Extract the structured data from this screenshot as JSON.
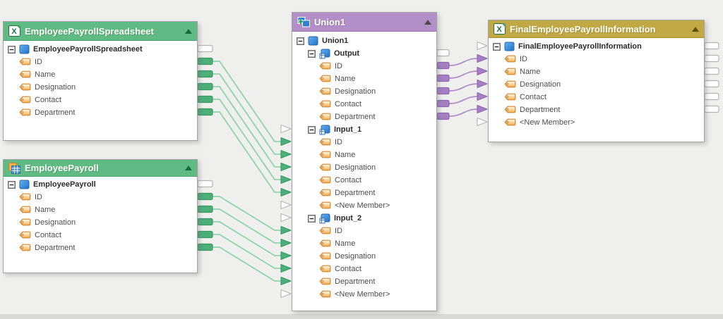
{
  "canvas": {
    "background": "#efefed",
    "bottom_strip": "#d9d9d7"
  },
  "colors": {
    "green_header": "#5fba84",
    "purple_header": "#b38fc7",
    "gold_header": "#c0a845",
    "green_wire": "#8fd4a9",
    "green_port": "#4caf78",
    "green_port_border": "#379a62",
    "purple_wire": "#b18cc9",
    "purple_port": "#a57fc4",
    "purple_port_border": "#9166b0",
    "empty_port_fill": "#ffffff",
    "empty_port_border": "#b3b3b3",
    "tag_orange": "#d5822c",
    "element_blue": "#2f80d2"
  },
  "nodes": [
    {
      "id": "spreadsheet",
      "title": "EmployeePayrollSpreadsheet",
      "theme": "green",
      "icon": "excel-icon",
      "rows": [
        {
          "label": "EmployeePayrollSpreadsheet",
          "type": "root",
          "level": 0
        },
        {
          "label": "ID",
          "type": "field",
          "level": 1
        },
        {
          "label": "Name",
          "type": "field",
          "level": 1
        },
        {
          "label": "Designation",
          "type": "field",
          "level": 1
        },
        {
          "label": "Contact",
          "type": "field",
          "level": 1
        },
        {
          "label": "Department",
          "type": "field",
          "level": 1
        }
      ]
    },
    {
      "id": "payroll",
      "title": "EmployeePayroll",
      "theme": "green",
      "icon": "table-icon",
      "rows": [
        {
          "label": "EmployeePayroll",
          "type": "root",
          "level": 0
        },
        {
          "label": "ID",
          "type": "field",
          "level": 1
        },
        {
          "label": "Name",
          "type": "field",
          "level": 1
        },
        {
          "label": "Designation",
          "type": "field",
          "level": 1
        },
        {
          "label": "Contact",
          "type": "field",
          "level": 1
        },
        {
          "label": "Department",
          "type": "field",
          "level": 1
        }
      ]
    },
    {
      "id": "union",
      "title": "Union1",
      "theme": "purple",
      "icon": "union-icon",
      "rows": [
        {
          "label": "Union1",
          "type": "root",
          "level": 0
        },
        {
          "label": "Output",
          "type": "group",
          "level": 1
        },
        {
          "label": "ID",
          "type": "field",
          "level": 2
        },
        {
          "label": "Name",
          "type": "field",
          "level": 2
        },
        {
          "label": "Designation",
          "type": "field",
          "level": 2
        },
        {
          "label": "Contact",
          "type": "field",
          "level": 2
        },
        {
          "label": "Department",
          "type": "field",
          "level": 2
        },
        {
          "label": "Input_1",
          "type": "group",
          "level": 1
        },
        {
          "label": "ID",
          "type": "field",
          "level": 2
        },
        {
          "label": "Name",
          "type": "field",
          "level": 2
        },
        {
          "label": "Designation",
          "type": "field",
          "level": 2
        },
        {
          "label": "Contact",
          "type": "field",
          "level": 2
        },
        {
          "label": "Department",
          "type": "field",
          "level": 2
        },
        {
          "label": "<New Member>",
          "type": "field",
          "level": 2
        },
        {
          "label": "Input_2",
          "type": "group",
          "level": 1
        },
        {
          "label": "ID",
          "type": "field",
          "level": 2
        },
        {
          "label": "Name",
          "type": "field",
          "level": 2
        },
        {
          "label": "Designation",
          "type": "field",
          "level": 2
        },
        {
          "label": "Contact",
          "type": "field",
          "level": 2
        },
        {
          "label": "Department",
          "type": "field",
          "level": 2
        },
        {
          "label": "<New Member>",
          "type": "field",
          "level": 2
        }
      ]
    },
    {
      "id": "final",
      "title": "FinalEmployeePayrollInformation",
      "theme": "gold",
      "icon": "excel-icon",
      "rows": [
        {
          "label": "FinalEmployeePayrollInformation",
          "type": "root",
          "level": 0
        },
        {
          "label": "ID",
          "type": "field",
          "level": 1
        },
        {
          "label": "Name",
          "type": "field",
          "level": 1
        },
        {
          "label": "Designation",
          "type": "field",
          "level": 1
        },
        {
          "label": "Contact",
          "type": "field",
          "level": 1
        },
        {
          "label": "Department",
          "type": "field",
          "level": 1
        },
        {
          "label": "<New Member>",
          "type": "field",
          "level": 1
        }
      ]
    }
  ],
  "ports": {
    "outputs": [
      {
        "node": "spreadsheet",
        "row": 0,
        "color": "white"
      },
      {
        "node": "spreadsheet",
        "row": 1,
        "color": "green"
      },
      {
        "node": "spreadsheet",
        "row": 2,
        "color": "green"
      },
      {
        "node": "spreadsheet",
        "row": 3,
        "color": "green"
      },
      {
        "node": "spreadsheet",
        "row": 4,
        "color": "green"
      },
      {
        "node": "spreadsheet",
        "row": 5,
        "color": "green"
      },
      {
        "node": "payroll",
        "row": 0,
        "color": "white"
      },
      {
        "node": "payroll",
        "row": 1,
        "color": "green"
      },
      {
        "node": "payroll",
        "row": 2,
        "color": "green"
      },
      {
        "node": "payroll",
        "row": 3,
        "color": "green"
      },
      {
        "node": "payroll",
        "row": 4,
        "color": "green"
      },
      {
        "node": "payroll",
        "row": 5,
        "color": "green"
      },
      {
        "node": "union",
        "row": 1,
        "color": "white"
      },
      {
        "node": "union",
        "row": 2,
        "color": "purple"
      },
      {
        "node": "union",
        "row": 3,
        "color": "purple"
      },
      {
        "node": "union",
        "row": 4,
        "color": "purple"
      },
      {
        "node": "union",
        "row": 5,
        "color": "purple"
      },
      {
        "node": "union",
        "row": 6,
        "color": "purple"
      },
      {
        "node": "final",
        "row": 0,
        "color": "white"
      },
      {
        "node": "final",
        "row": 1,
        "color": "white"
      },
      {
        "node": "final",
        "row": 2,
        "color": "white"
      },
      {
        "node": "final",
        "row": 3,
        "color": "white"
      },
      {
        "node": "final",
        "row": 4,
        "color": "white"
      },
      {
        "node": "final",
        "row": 5,
        "color": "white"
      }
    ],
    "inputs": [
      {
        "node": "union",
        "row": 7,
        "color": "white"
      },
      {
        "node": "union",
        "row": 8,
        "color": "green"
      },
      {
        "node": "union",
        "row": 9,
        "color": "green"
      },
      {
        "node": "union",
        "row": 10,
        "color": "green"
      },
      {
        "node": "union",
        "row": 11,
        "color": "green"
      },
      {
        "node": "union",
        "row": 12,
        "color": "green"
      },
      {
        "node": "union",
        "row": 13,
        "color": "white"
      },
      {
        "node": "union",
        "row": 14,
        "color": "white"
      },
      {
        "node": "union",
        "row": 15,
        "color": "green"
      },
      {
        "node": "union",
        "row": 16,
        "color": "green"
      },
      {
        "node": "union",
        "row": 17,
        "color": "green"
      },
      {
        "node": "union",
        "row": 18,
        "color": "green"
      },
      {
        "node": "union",
        "row": 19,
        "color": "green"
      },
      {
        "node": "union",
        "row": 20,
        "color": "white"
      },
      {
        "node": "final",
        "row": 0,
        "color": "white"
      },
      {
        "node": "final",
        "row": 1,
        "color": "purple"
      },
      {
        "node": "final",
        "row": 2,
        "color": "purple"
      },
      {
        "node": "final",
        "row": 3,
        "color": "purple"
      },
      {
        "node": "final",
        "row": 4,
        "color": "purple"
      },
      {
        "node": "final",
        "row": 5,
        "color": "purple"
      },
      {
        "node": "final",
        "row": 6,
        "color": "white"
      }
    ]
  },
  "connections": [
    {
      "from": [
        "spreadsheet",
        1
      ],
      "to": [
        "union",
        8
      ],
      "color": "green"
    },
    {
      "from": [
        "spreadsheet",
        2
      ],
      "to": [
        "union",
        9
      ],
      "color": "green"
    },
    {
      "from": [
        "spreadsheet",
        3
      ],
      "to": [
        "union",
        10
      ],
      "color": "green"
    },
    {
      "from": [
        "spreadsheet",
        4
      ],
      "to": [
        "union",
        11
      ],
      "color": "green"
    },
    {
      "from": [
        "spreadsheet",
        5
      ],
      "to": [
        "union",
        12
      ],
      "color": "green"
    },
    {
      "from": [
        "payroll",
        1
      ],
      "to": [
        "union",
        15
      ],
      "color": "green"
    },
    {
      "from": [
        "payroll",
        2
      ],
      "to": [
        "union",
        16
      ],
      "color": "green"
    },
    {
      "from": [
        "payroll",
        3
      ],
      "to": [
        "union",
        17
      ],
      "color": "green"
    },
    {
      "from": [
        "payroll",
        4
      ],
      "to": [
        "union",
        18
      ],
      "color": "green"
    },
    {
      "from": [
        "payroll",
        5
      ],
      "to": [
        "union",
        19
      ],
      "color": "green"
    },
    {
      "from": [
        "union",
        2
      ],
      "to": [
        "final",
        1
      ],
      "color": "purple"
    },
    {
      "from": [
        "union",
        3
      ],
      "to": [
        "final",
        2
      ],
      "color": "purple"
    },
    {
      "from": [
        "union",
        4
      ],
      "to": [
        "final",
        3
      ],
      "color": "purple"
    },
    {
      "from": [
        "union",
        5
      ],
      "to": [
        "final",
        4
      ],
      "color": "purple"
    },
    {
      "from": [
        "union",
        6
      ],
      "to": [
        "final",
        5
      ],
      "color": "purple"
    }
  ]
}
